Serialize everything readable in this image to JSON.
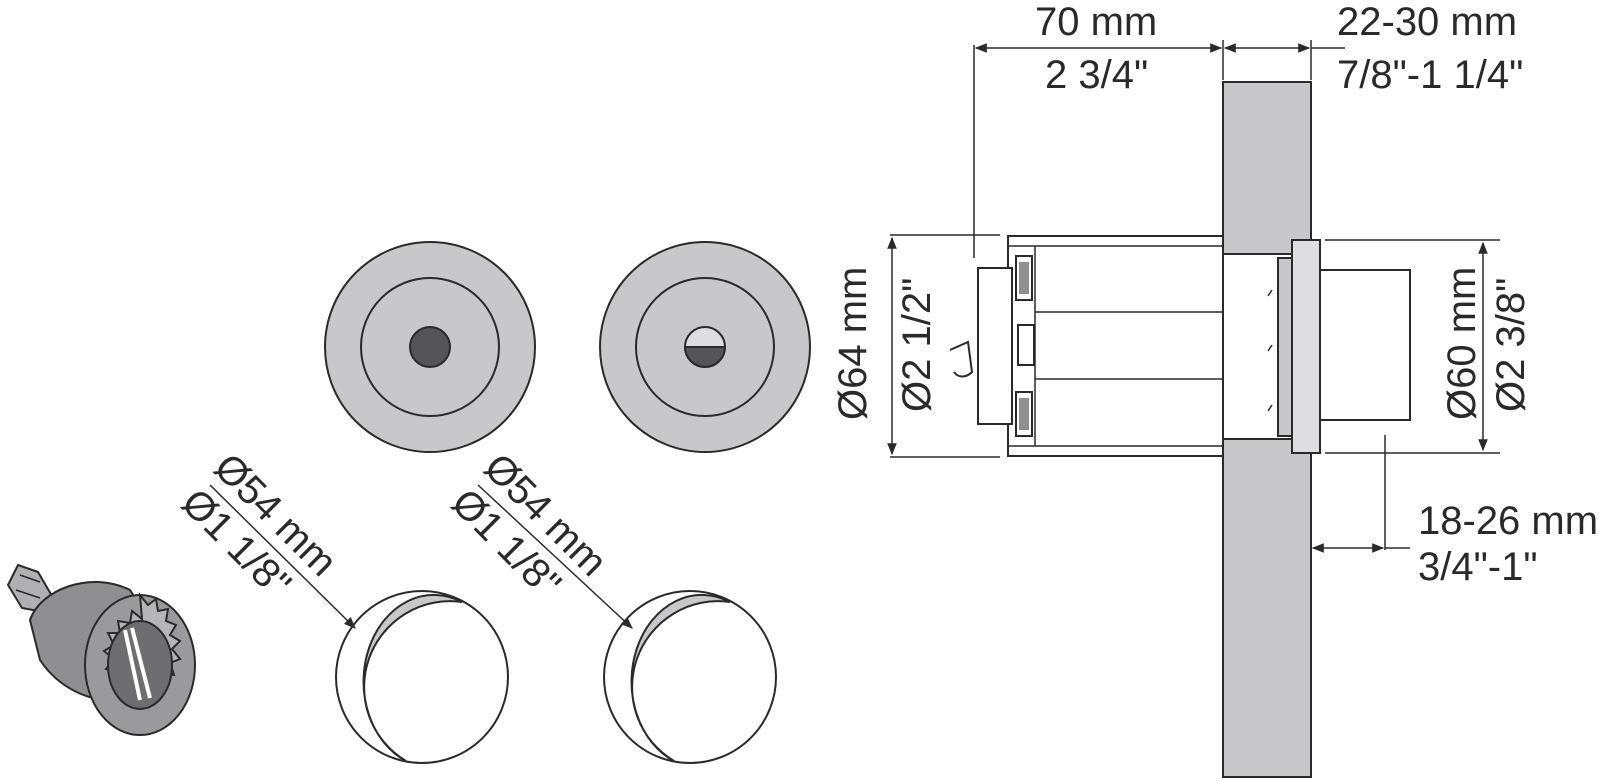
{
  "dimensions": {
    "overall_length": {
      "metric": "70 mm",
      "imperial": "2 3/4\""
    },
    "door_thickness": {
      "metric": "22-30 mm",
      "imperial": "7/8\"-1 1/4\""
    },
    "rosette_diameter_outer": {
      "metric": "Ø64 mm",
      "imperial": "Ø2 1/2\""
    },
    "rosette_diameter_inner": {
      "metric": "Ø60 mm",
      "imperial": "Ø2 3/8\""
    },
    "inner_depth": {
      "metric": "18-26 mm",
      "imperial": "3/4\"-1\""
    },
    "hole_left": {
      "metric": "Ø54 mm",
      "imperial": "Ø1 1/8\""
    },
    "hole_right": {
      "metric": "Ø54 mm",
      "imperial": "Ø1 1/8\""
    }
  },
  "colors": {
    "line": "#2a2a2a",
    "part_fill": "#c8c8cb",
    "part_fill_light": "#dedee0",
    "part_fill_dark": "#555557",
    "background": "#ffffff"
  },
  "icons": [
    "hole-saw-icon",
    "rosette-front-icon",
    "rosette-back-icon"
  ]
}
